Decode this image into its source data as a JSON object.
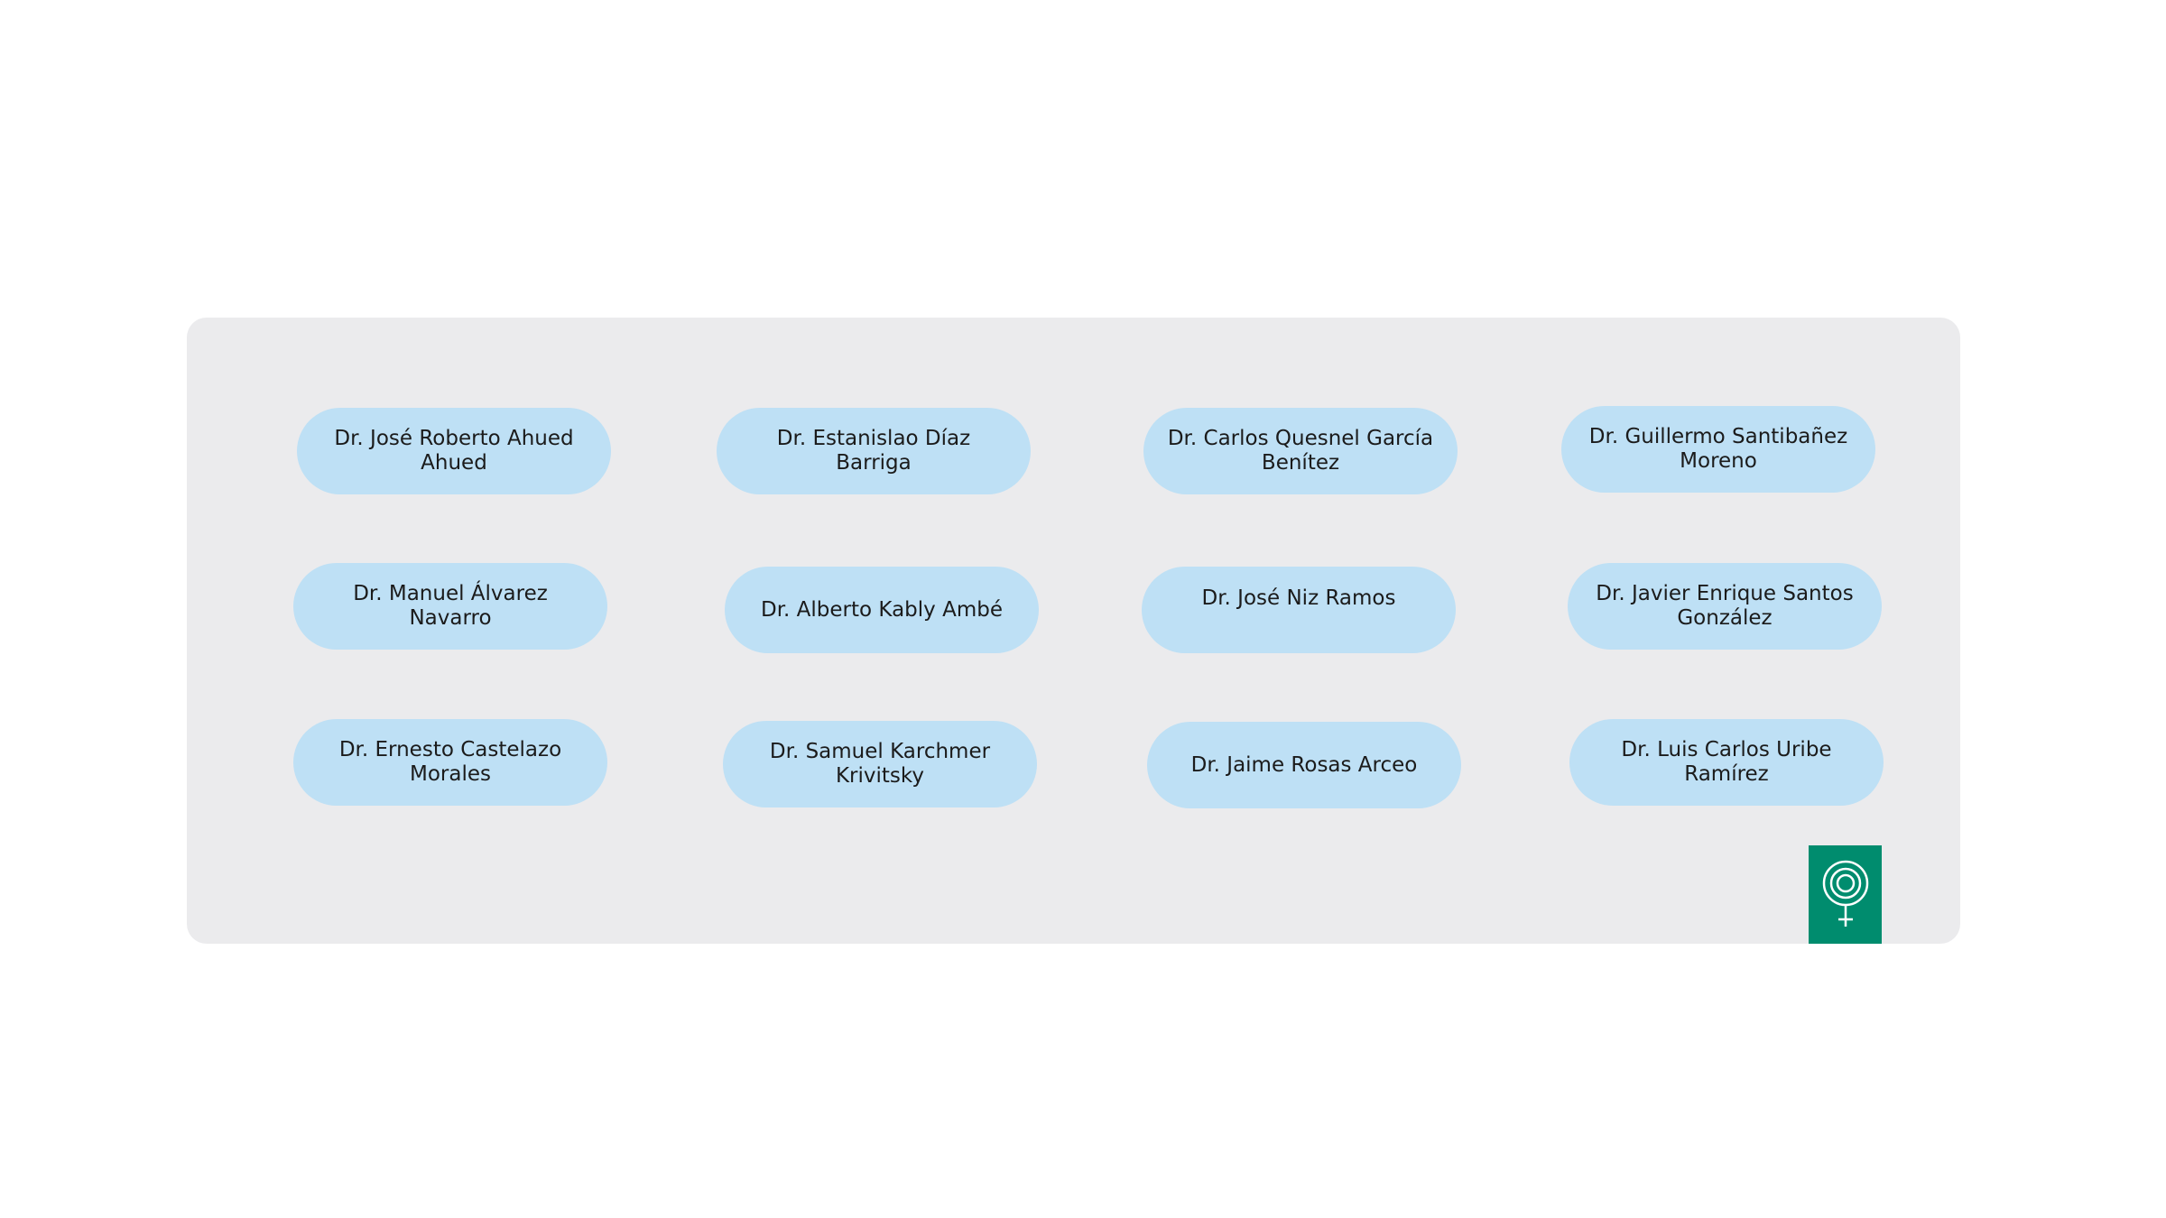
{
  "doctors": [
    "Dr. José Roberto Ahued Ahued",
    "Dr. Estanislao Díaz Barriga",
    "Dr. Carlos Quesnel García Benítez",
    "Dr. Guillermo Santibañez Moreno",
    "Dr. Manuel Álvarez Navarro",
    "Dr. Alberto Kably Ambé",
    "Dr. José Niz Ramos",
    "Dr. Javier Enrique Santos González",
    "Dr. Ernesto Castelazo Morales",
    "Dr. Samuel Karchmer Krivitsky",
    "Dr. Jaime Rosas Arceo",
    "Dr. Luis Carlos Uribe Ramírez"
  ],
  "logo": {
    "icon": "female-symbol-icon",
    "color": "#008c6e"
  },
  "colors": {
    "panel": "#ebebed",
    "pill": "#bee0f5"
  }
}
